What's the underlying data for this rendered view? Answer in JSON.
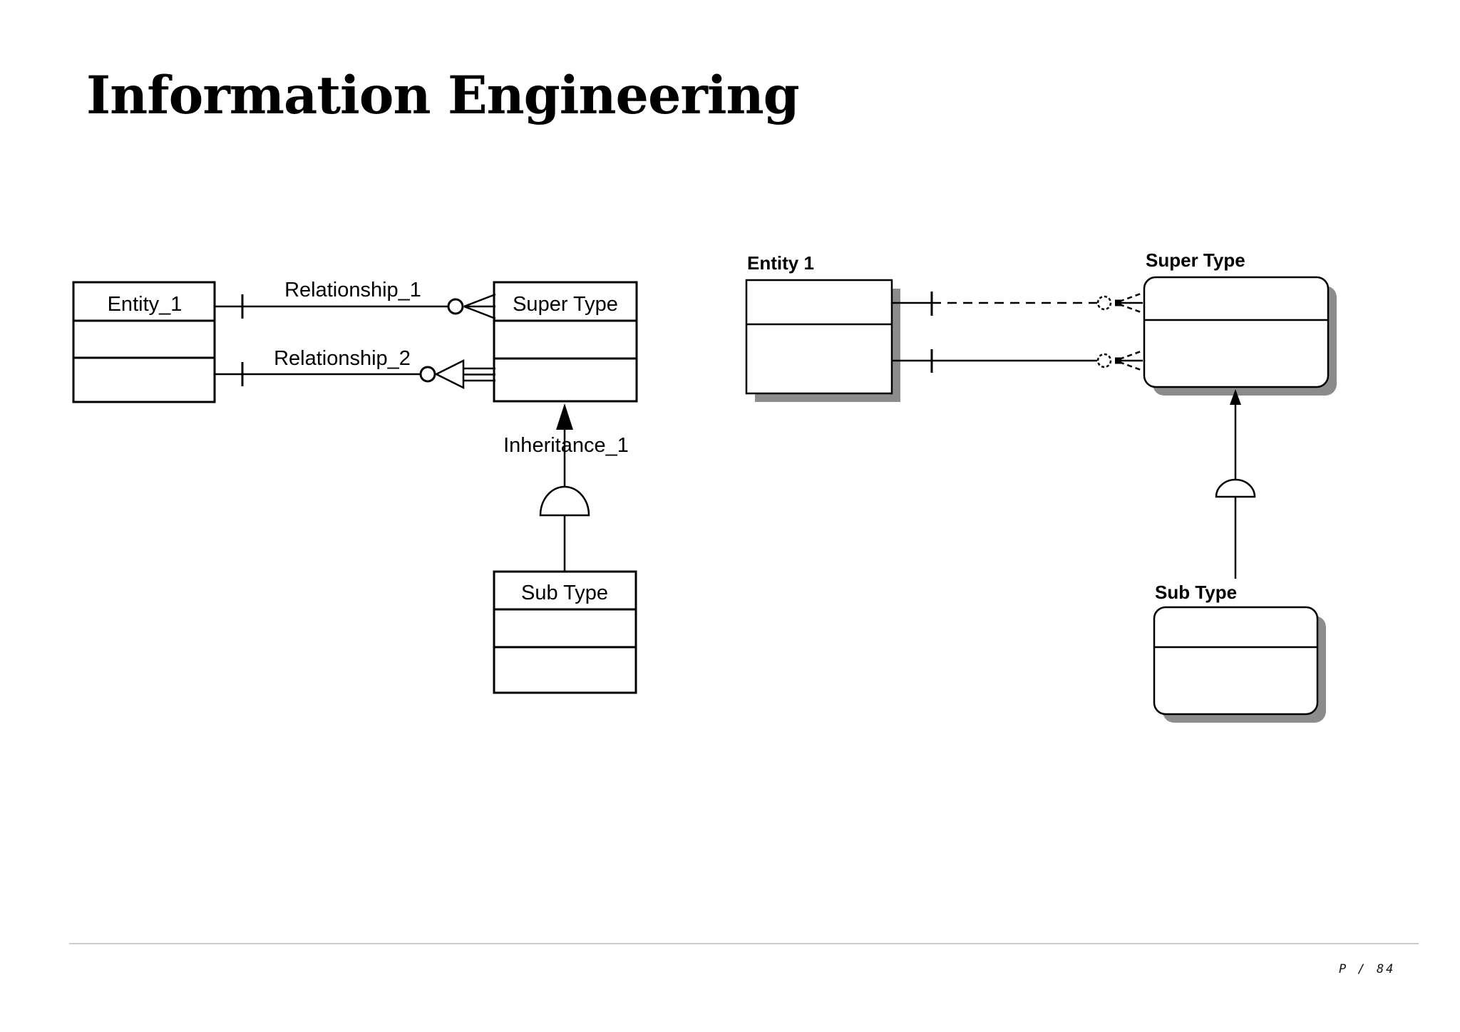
{
  "title": "Information Engineering",
  "left_diagram": {
    "entity_label": "Entity_1",
    "relationship1_label": "Relationship_1",
    "relationship2_label": "Relationship_2",
    "supertype_label": "Super Type",
    "inheritance_label": "Inheritance_1",
    "subtype_label": "Sub Type"
  },
  "right_diagram": {
    "entity_label": "Entity 1",
    "supertype_label": "Super Type",
    "subtype_label": "Sub Type"
  },
  "footer": {
    "page_label": "P / 84"
  },
  "colors": {
    "line": "#000000",
    "shadow": "#8c8c8c",
    "divider": "#c9cccc"
  }
}
